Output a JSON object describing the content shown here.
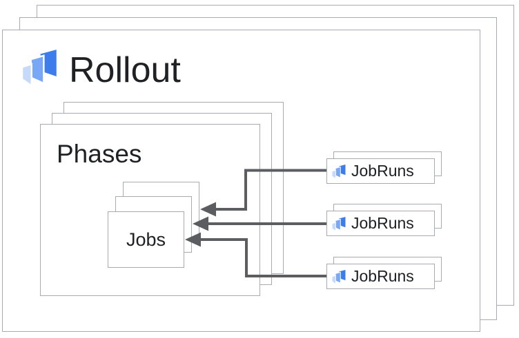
{
  "rollout": {
    "label": "Rollout",
    "icon": "cloud-deploy-icon"
  },
  "phases": {
    "label": "Phases"
  },
  "jobs": {
    "label": "Jobs"
  },
  "jobruns": {
    "items": [
      {
        "label": "JobRuns",
        "icon": "cloud-deploy-icon"
      },
      {
        "label": "JobRuns",
        "icon": "cloud-deploy-icon"
      },
      {
        "label": "JobRuns",
        "icon": "cloud-deploy-icon"
      }
    ]
  },
  "colors": {
    "icon_blue_dark": "#3D7DEB",
    "icon_blue_mid": "#78A8F5",
    "icon_blue_light": "#C6D9FA",
    "card_border": "#A7ABAF",
    "arrow": "#5B5D60",
    "text_primary": "#202124"
  }
}
